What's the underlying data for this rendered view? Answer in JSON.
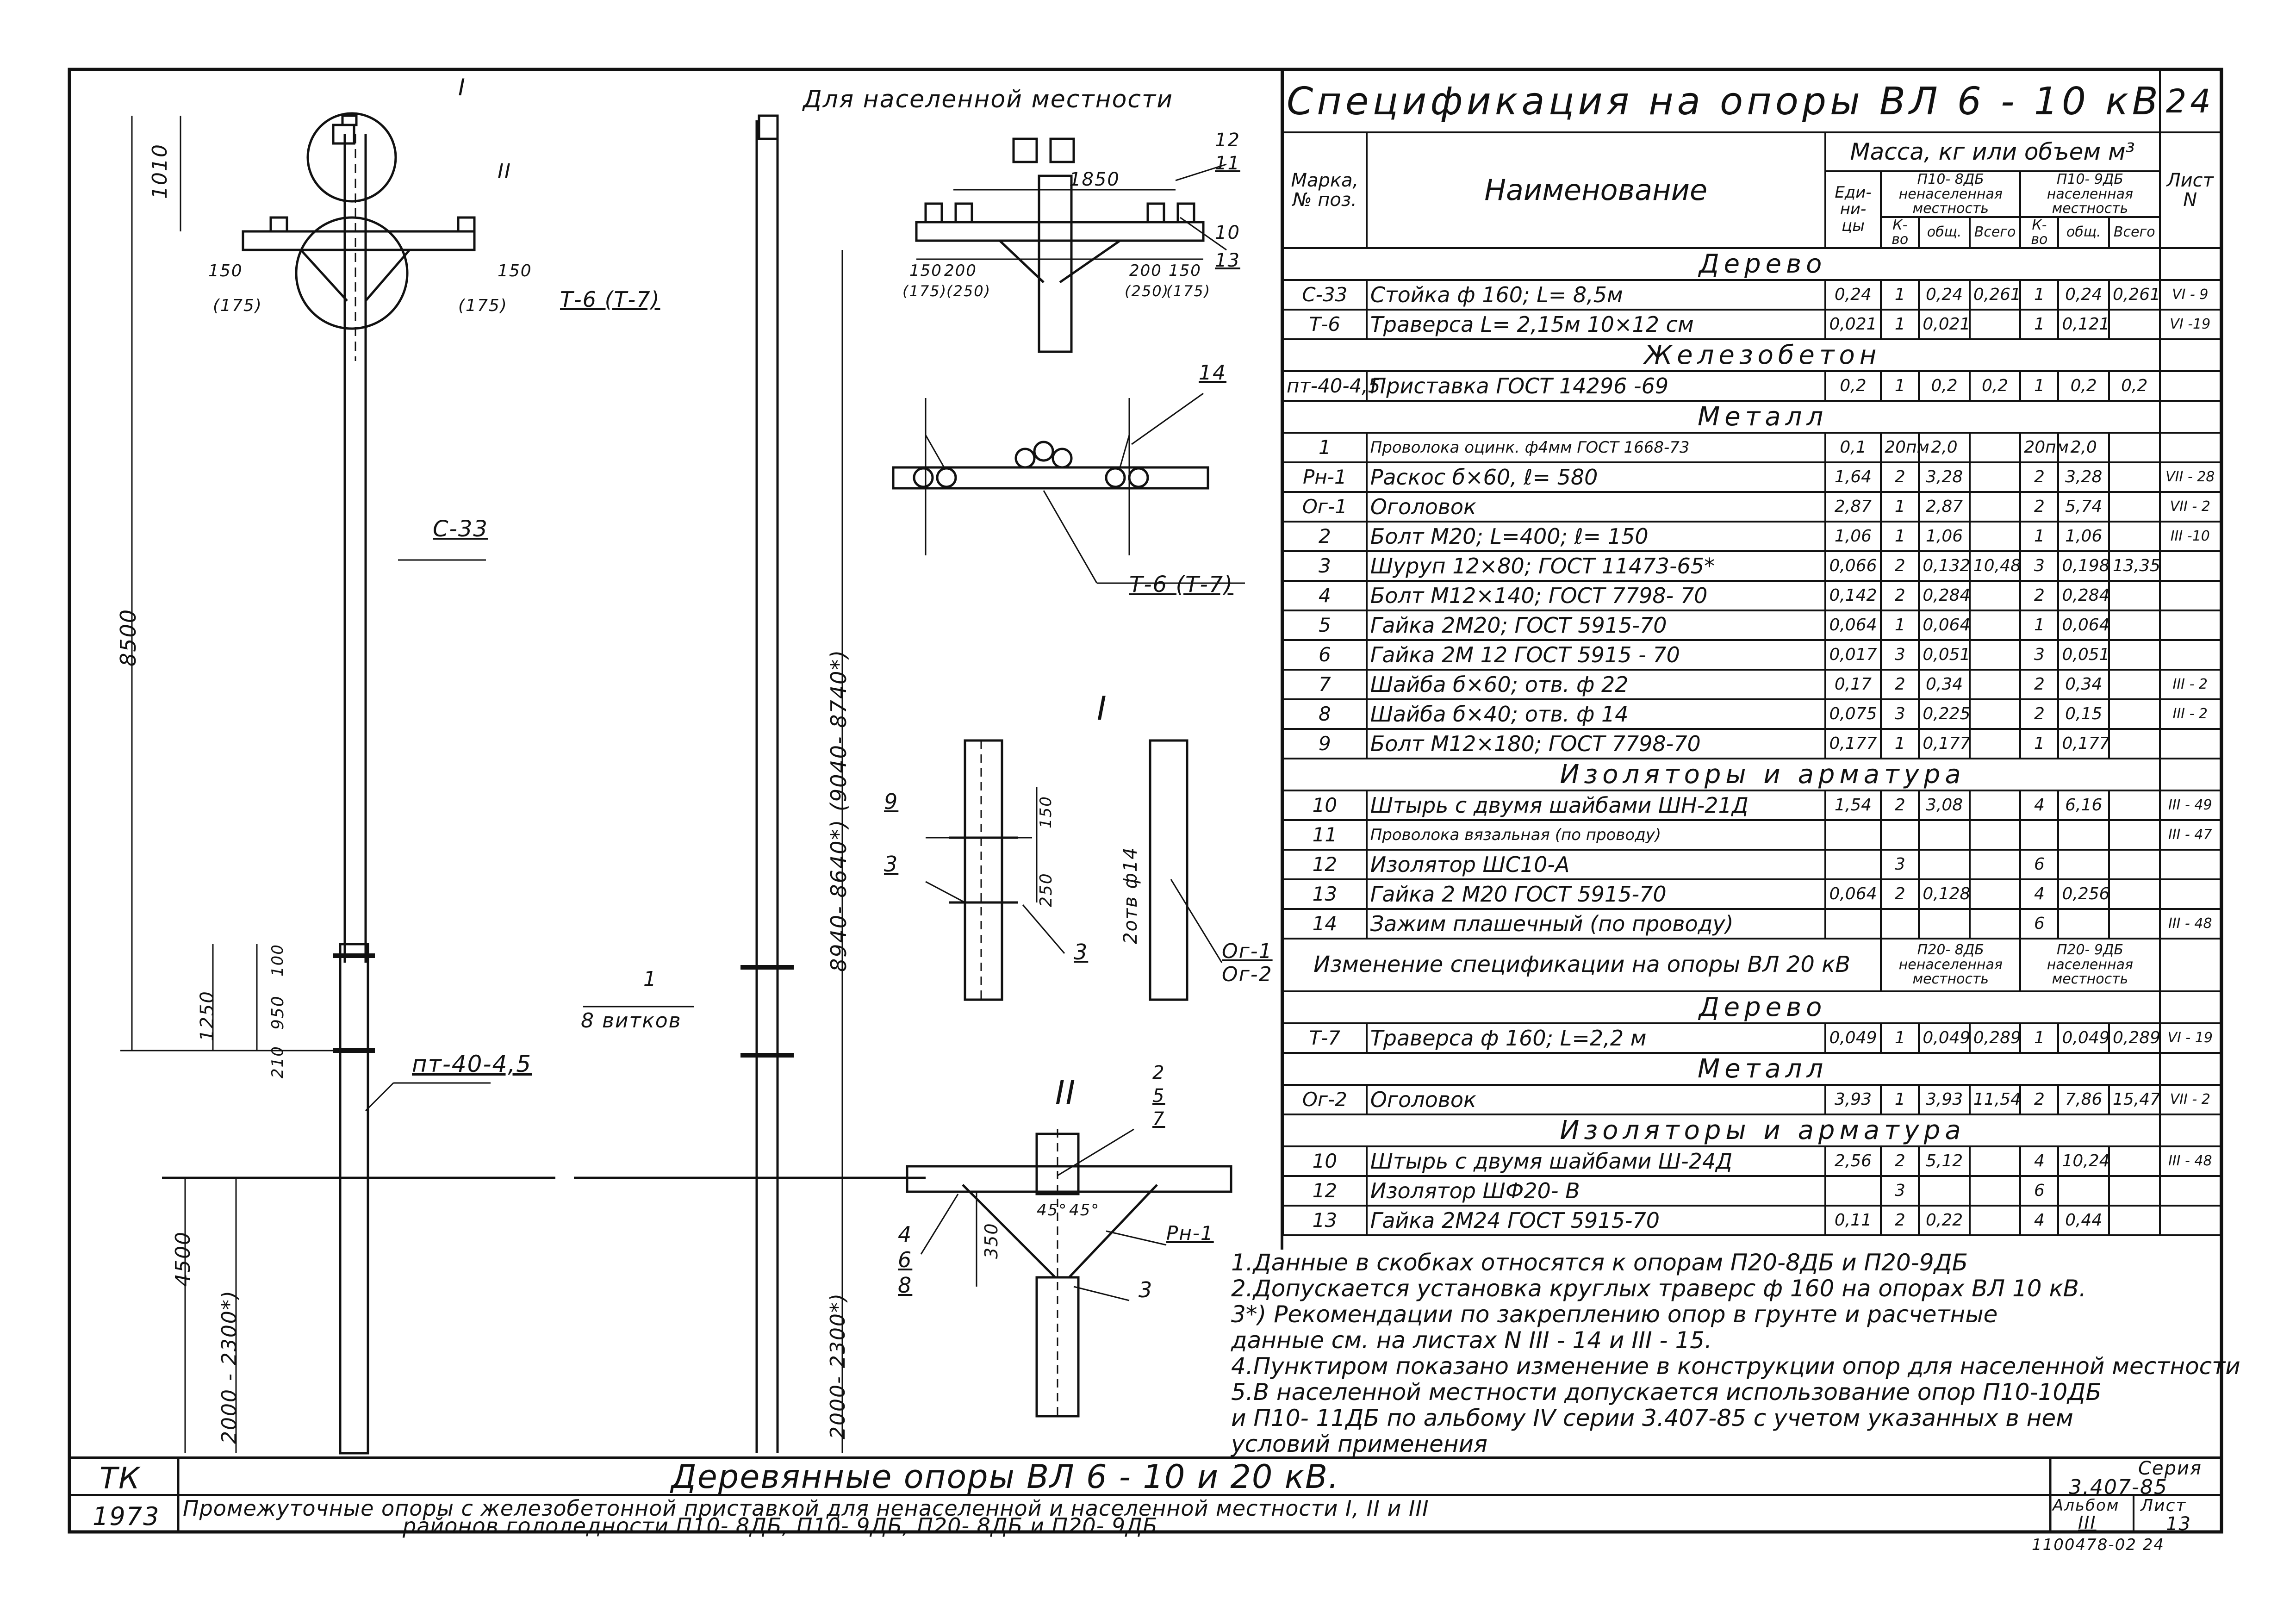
{
  "drawing": {
    "left_view": {
      "callout_I": "I",
      "callout_II": "II",
      "dim_1010": "1010",
      "dim_8500": "8500",
      "dim_150_left": "150",
      "dim_175_left": "(175)",
      "dim_150_right": "150",
      "dim_175_right": "(175)",
      "label_T6": "Т-6 (Т-7)",
      "label_C33": "С-33",
      "dim_1250": "1250",
      "dim_100": "100",
      "dim_950": "950",
      "dim_210": "210",
      "label_pt": "пт-40-4,5",
      "dim_4500": "4500",
      "dim_2000_2300": "2000 - 2300*)"
    },
    "middle_view": {
      "caption": "Для населенной местности",
      "wire_mark": "1",
      "wire_turns": "8 витков",
      "dim_vertical": "8940- 8640*) (9040- 8740*)",
      "dim_ground": "2000- 2300*)"
    },
    "top_right_view": {
      "dim_1850": "1850",
      "dim_150a": "150",
      "dim_200a": "200",
      "dim_175a": "(175)",
      "dim_250a": "(250)",
      "dim_200b": "200",
      "dim_150b": "150",
      "dim_250b": "(250)",
      "dim_175b": "(175)",
      "m12": "12",
      "m11": "11",
      "m10": "10",
      "m13": "13",
      "m14": "14",
      "label_T6b": "Т-6 (Т-7)"
    },
    "detail_I": {
      "title": "I",
      "m9": "9",
      "m3a": "3",
      "m3b": "3",
      "d150": "150",
      "d250": "250",
      "holes": "2отв ф14",
      "or1": "Ог-1",
      "or2": "Ог-2"
    },
    "detail_II": {
      "title": "II",
      "m2": "2",
      "m5": "5",
      "m7": "7",
      "m4": "4",
      "m6": "6",
      "m8": "8",
      "d350": "350",
      "a45a": "45°",
      "a45b": "45°",
      "rm1": "Рн-1",
      "m3": "3"
    }
  },
  "spec": {
    "title": "Спецификация на опоры ВЛ 6 - 10 кВ",
    "page_num": "24",
    "head": {
      "mark": "Марка, № поз.",
      "name": "Наименование",
      "unit": "Еди- ни- цы",
      "mass": "Масса, кг или объем м³",
      "g1": "П10- 8ДБ ненаселенная местность",
      "g2": "П10- 9ДБ населенная местность",
      "qty": "К-во",
      "total_one": "общ.",
      "total": "Всего",
      "sheet": "Лист N"
    },
    "rows": [
      {
        "type": "section",
        "text": "Дерево"
      },
      {
        "mark": "С-33",
        "name": "Стойка ф 160; L= 8,5м",
        "unit": "0,24",
        "q1": "1",
        "o1": "0,24",
        "v1": "0,261",
        "q2": "1",
        "o2": "0,24",
        "v2": "0,261",
        "sheet": "VI - 9"
      },
      {
        "mark": "Т-6",
        "name": "Траверса L= 2,15м 10×12 см",
        "unit": "0,021",
        "q1": "1",
        "o1": "0,021",
        "v1": "",
        "q2": "1",
        "o2": "0,121",
        "v2": "",
        "sheet": "VI -19"
      },
      {
        "type": "section",
        "text": "Железобетон"
      },
      {
        "mark": "пт-40-4,5",
        "name": "Приставка ГОСТ 14296 -69",
        "unit": "0,2",
        "q1": "1",
        "o1": "0,2",
        "v1": "0,2",
        "q2": "1",
        "o2": "0,2",
        "v2": "0,2",
        "sheet": ""
      },
      {
        "type": "section",
        "text": "Металл"
      },
      {
        "mark": "1",
        "name": "Проволока оцинк. ф4мм ГОСТ 1668-73",
        "unit": "0,1",
        "q1": "20пм",
        "o1": "2,0",
        "v1": "",
        "q2": "20пм",
        "o2": "2,0",
        "v2": "",
        "sheet": "",
        "small": true
      },
      {
        "mark": "Рн-1",
        "name": "Раскос б×60, ℓ= 580",
        "unit": "1,64",
        "q1": "2",
        "o1": "3,28",
        "v1": "",
        "q2": "2",
        "o2": "3,28",
        "v2": "",
        "sheet": "VII - 28"
      },
      {
        "mark": "Ог-1",
        "name": "Оголовок",
        "unit": "2,87",
        "q1": "1",
        "o1": "2,87",
        "v1": "",
        "q2": "2",
        "o2": "5,74",
        "v2": "",
        "sheet": "VII - 2"
      },
      {
        "mark": "2",
        "name": "Болт М20; L=400; ℓ= 150",
        "unit": "1,06",
        "q1": "1",
        "o1": "1,06",
        "v1": "",
        "q2": "1",
        "o2": "1,06",
        "v2": "",
        "sheet": "III -10"
      },
      {
        "mark": "3",
        "name": "Шуруп 12×80; ГОСТ 11473-65*",
        "unit": "0,066",
        "q1": "2",
        "o1": "0,132",
        "v1": "10,48",
        "q2": "3",
        "o2": "0,198",
        "v2": "13,35",
        "sheet": ""
      },
      {
        "mark": "4",
        "name": "Болт М12×140; ГОСТ 7798- 70",
        "unit": "0,142",
        "q1": "2",
        "o1": "0,284",
        "v1": "",
        "q2": "2",
        "o2": "0,284",
        "v2": "",
        "sheet": ""
      },
      {
        "mark": "5",
        "name": "Гайка 2М20; ГОСТ 5915-70",
        "unit": "0,064",
        "q1": "1",
        "o1": "0,064",
        "v1": "",
        "q2": "1",
        "o2": "0,064",
        "v2": "",
        "sheet": ""
      },
      {
        "mark": "6",
        "name": "Гайка 2М 12 ГОСТ 5915 - 70",
        "unit": "0,017",
        "q1": "3",
        "o1": "0,051",
        "v1": "",
        "q2": "3",
        "o2": "0,051",
        "v2": "",
        "sheet": ""
      },
      {
        "mark": "7",
        "name": "Шайба б×60; отв. ф 22",
        "unit": "0,17",
        "q1": "2",
        "o1": "0,34",
        "v1": "",
        "q2": "2",
        "o2": "0,34",
        "v2": "",
        "sheet": "III - 2"
      },
      {
        "mark": "8",
        "name": "Шайба б×40; отв. ф 14",
        "unit": "0,075",
        "q1": "3",
        "o1": "0,225",
        "v1": "",
        "q2": "2",
        "o2": "0,15",
        "v2": "",
        "sheet": "III - 2"
      },
      {
        "mark": "9",
        "name": "Болт М12×180; ГОСТ 7798-70",
        "unit": "0,177",
        "q1": "1",
        "o1": "0,177",
        "v1": "",
        "q2": "1",
        "o2": "0,177",
        "v2": "",
        "sheet": ""
      },
      {
        "type": "section",
        "text": "Изоляторы и арматура"
      },
      {
        "mark": "10",
        "name": "Штырь с двумя шайбами ШН-21Д",
        "unit": "1,54",
        "q1": "2",
        "o1": "3,08",
        "v1": "",
        "q2": "4",
        "o2": "6,16",
        "v2": "",
        "sheet": "III - 49"
      },
      {
        "mark": "11",
        "name": "Проволока вязальная (по проводу)",
        "unit": "",
        "q1": "",
        "o1": "",
        "v1": "",
        "q2": "",
        "o2": "",
        "v2": "",
        "sheet": "III - 47",
        "small": true
      },
      {
        "mark": "12",
        "name": "Изолятор ШС10-А",
        "unit": "",
        "q1": "3",
        "o1": "",
        "v1": "",
        "q2": "6",
        "o2": "",
        "v2": "",
        "sheet": ""
      },
      {
        "mark": "13",
        "name": "Гайка 2 М20 ГОСТ 5915-70",
        "unit": "0,064",
        "q1": "2",
        "o1": "0,128",
        "v1": "",
        "q2": "4",
        "o2": "0,256",
        "v2": "",
        "sheet": ""
      },
      {
        "mark": "14",
        "name": "Зажим плашечный (по проводу)",
        "unit": "",
        "q1": "",
        "o1": "",
        "v1": "",
        "q2": "6",
        "o2": "",
        "v2": "",
        "sheet": "III - 48"
      },
      {
        "type": "change",
        "text": "Изменение спецификации на опоры ВЛ 20 кВ",
        "g1": "П20- 8ДБ ненаселенная местность",
        "g2": "П20- 9ДБ населенная местность"
      },
      {
        "type": "section",
        "text": "Дерево"
      },
      {
        "mark": "Т-7",
        "name": "Траверса ф 160; L=2,2 м",
        "unit": "0,049",
        "q1": "1",
        "o1": "0,049",
        "v1": "0,289",
        "q2": "1",
        "o2": "0,049",
        "v2": "0,289",
        "sheet": "VI - 19"
      },
      {
        "type": "section",
        "text": "Металл"
      },
      {
        "mark": "Ог-2",
        "name": "Оголовок",
        "unit": "3,93",
        "q1": "1",
        "o1": "3,93",
        "v1": "11,54",
        "q2": "2",
        "o2": "7,86",
        "v2": "15,47",
        "sheet": "VII - 2"
      },
      {
        "type": "section",
        "text": "Изоляторы и арматура"
      },
      {
        "mark": "10",
        "name": "Штырь с двумя шайбами Ш-24Д",
        "unit": "2,56",
        "q1": "2",
        "o1": "5,12",
        "v1": "",
        "q2": "4",
        "o2": "10,24",
        "v2": "",
        "sheet": "III - 48"
      },
      {
        "mark": "12",
        "name": "Изолятор ШФ20- В",
        "unit": "",
        "q1": "3",
        "o1": "",
        "v1": "",
        "q2": "6",
        "o2": "",
        "v2": "",
        "sheet": ""
      },
      {
        "mark": "13",
        "name": "Гайка 2М24 ГОСТ 5915-70",
        "unit": "0,11",
        "q1": "2",
        "o1": "0,22",
        "v1": "",
        "q2": "4",
        "o2": "0,44",
        "v2": "",
        "sheet": ""
      }
    ]
  },
  "notes": [
    "1.Данные в скобках относятся к опорам П20-8ДБ и П20-9ДБ",
    "2.Допускается установка круглых траверс ф 160 на опорах ВЛ 10 кВ.",
    "3*) Рекомендации по закреплению опор в грунте и расчетные",
    "данные см. на листах N III - 14 и III - 15.",
    "4.Пунктиром показано изменение в конструкции опор для населенной местности",
    "5.В населенной местности допускается использование опор П10-10ДБ",
    "и П10- 11ДБ по альбому IV серии 3.407-85 с учетом указанных в нем",
    "условий применения"
  ],
  "title_block": {
    "org": "ТК",
    "year": "1973",
    "title": "Деревянные опоры ВЛ 6 - 10 и 20 кВ.",
    "subtitle1": "Промежуточные опоры с железобетонной приставкой для ненаселенной и населенной местности I, II и III",
    "subtitle2": "районов гололедности П10- 8ДБ, П10- 9ДБ, П20- 8ДБ и П20- 9ДБ",
    "series_label": "Серия",
    "series": "3.407-85",
    "album_label": "Альбом",
    "album": "III",
    "sheet_label": "Лист",
    "sheet": "13",
    "code": "1100478-02 24"
  }
}
